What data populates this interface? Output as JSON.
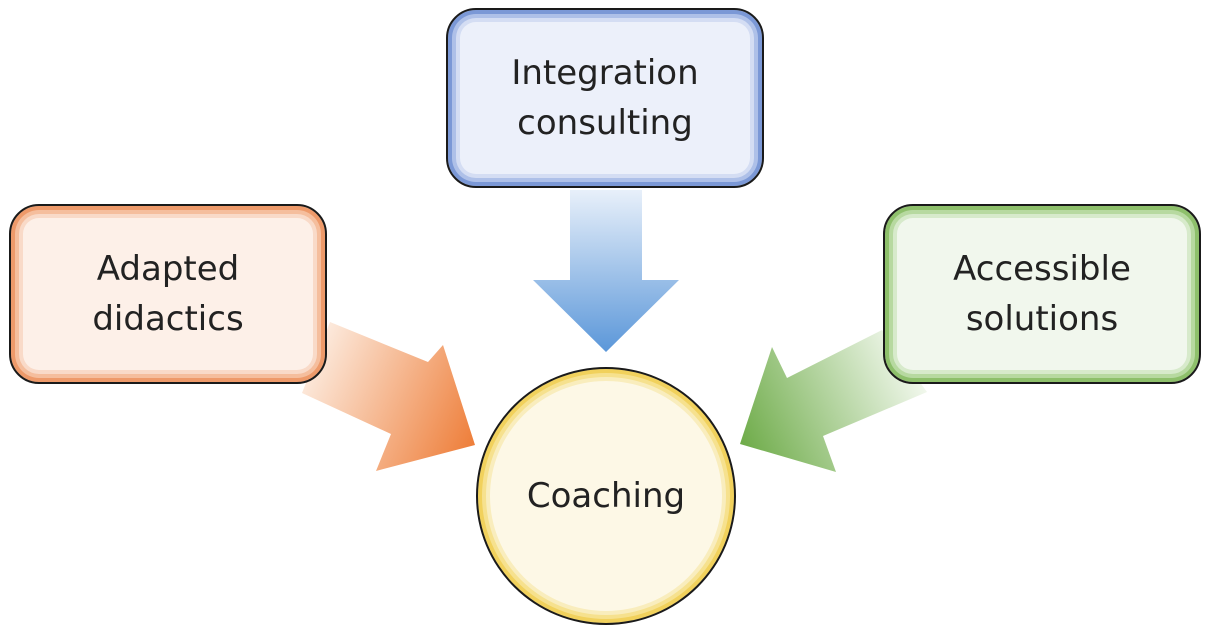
{
  "nodes": {
    "integration": {
      "line1": "Integration",
      "line2": "consulting"
    },
    "didactics": {
      "line1": "Adapted",
      "line2": "didactics"
    },
    "accessible": {
      "line1": "Accessible",
      "line2": "solutions"
    },
    "coaching": {
      "label": "Coaching"
    }
  },
  "colors": {
    "integration": "#5b8fd8",
    "didactics": "#ee7f3b",
    "accessible": "#6fac4a",
    "coaching": "#f1d15c"
  }
}
